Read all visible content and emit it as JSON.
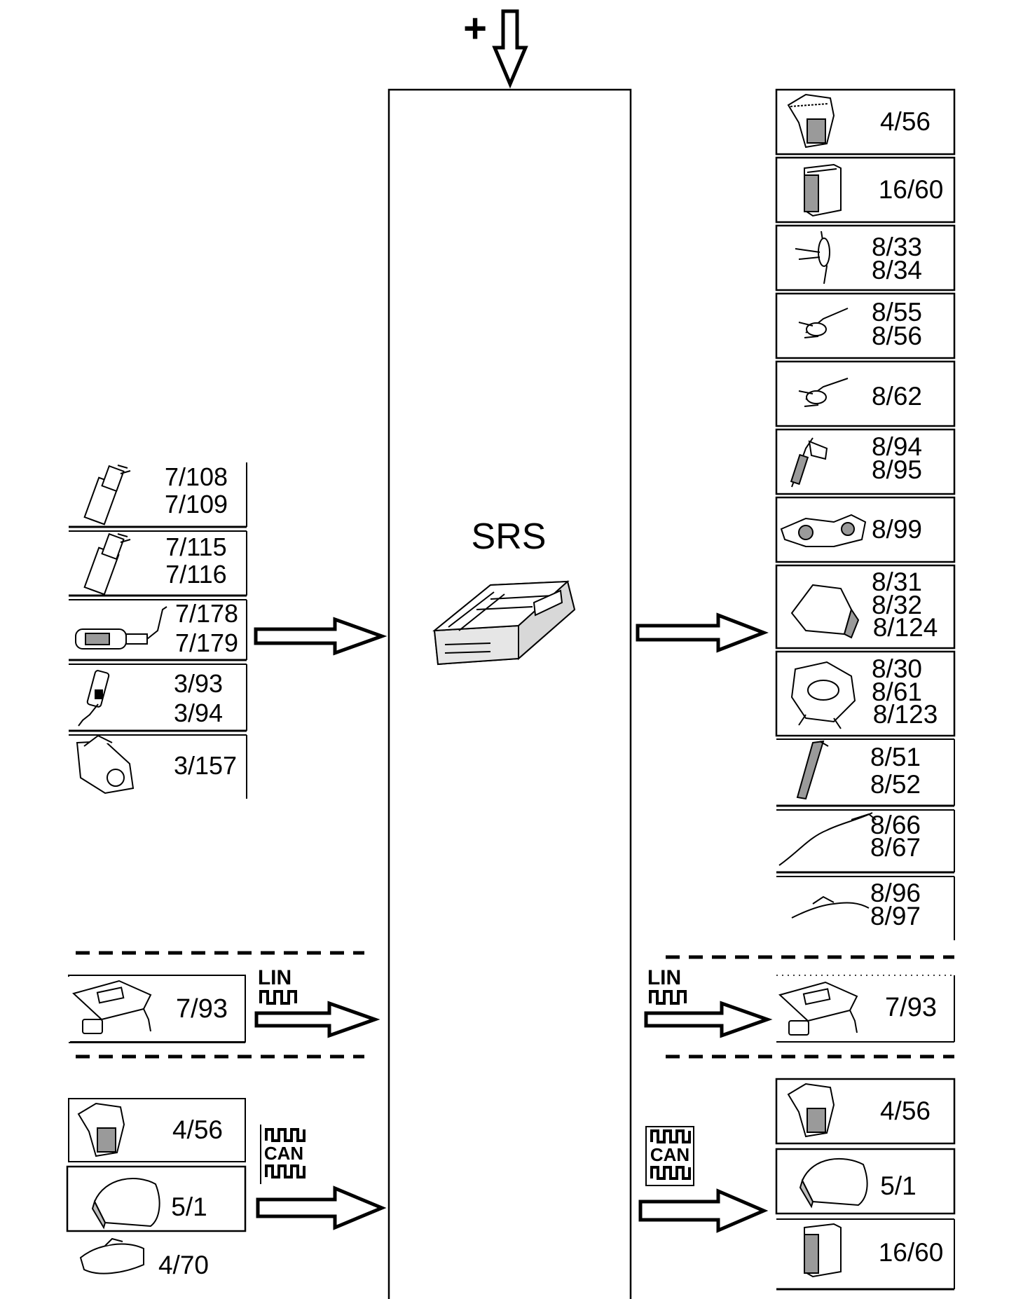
{
  "center": {
    "title": "SRS",
    "power_symbol": "+",
    "ecu_icon": "airbag-ecu-icon"
  },
  "inputs": [
    {
      "icon": "pretensioner-icon",
      "lines": [
        "7/108",
        "7/109"
      ]
    },
    {
      "icon": "pretensioner-icon",
      "lines": [
        "7/115",
        "7/116"
      ]
    },
    {
      "icon": "seat-occupancy-sensor-icon",
      "lines": [
        "7/178",
        "7/179"
      ]
    },
    {
      "icon": "seat-belt-buckle-icon",
      "lines": [
        "3/93",
        "3/94"
      ]
    },
    {
      "icon": "ignition-switch-icon",
      "lines": [
        "3/157"
      ]
    }
  ],
  "outputs": [
    {
      "icon": "control-unit-icon",
      "lines": [
        "4/56"
      ]
    },
    {
      "icon": "relay-module-icon",
      "lines": [
        "16/60"
      ]
    },
    {
      "icon": "impact-sensor-icon",
      "lines": [
        "8/33",
        "8/34"
      ]
    },
    {
      "icon": "side-sensor-icon",
      "lines": [
        "8/55",
        "8/56"
      ]
    },
    {
      "icon": "side-sensor-icon",
      "lines": [
        "8/62"
      ]
    },
    {
      "icon": "belt-tensioner-icon",
      "lines": [
        "8/94",
        "8/95"
      ]
    },
    {
      "icon": "steering-column-icon",
      "lines": [
        "8/99"
      ]
    },
    {
      "icon": "passenger-airbag-icon",
      "lines": [
        "8/31",
        "8/32",
        "8/124"
      ]
    },
    {
      "icon": "steering-wheel-airbag-icon",
      "lines": [
        "8/30",
        "8/61",
        "8/123"
      ]
    },
    {
      "icon": "side-airbag-icon",
      "lines": [
        "8/51",
        "8/52"
      ]
    },
    {
      "icon": "curtain-airbag-icon",
      "lines": [
        "8/66",
        "8/67"
      ]
    },
    {
      "icon": "curtain-airbag-icon",
      "lines": [
        "8/96",
        "8/97"
      ]
    }
  ],
  "lin": {
    "label_top": "LIN",
    "left_item": {
      "icon": "roof-console-icon",
      "lines": [
        "7/93"
      ]
    },
    "right_item": {
      "icon": "roof-console-icon",
      "lines": [
        "7/93"
      ]
    }
  },
  "can": {
    "label": "CAN",
    "left_items": [
      {
        "icon": "control-unit-icon",
        "lines": [
          "4/56"
        ]
      },
      {
        "icon": "instrument-cluster-icon",
        "lines": [
          "5/1"
        ]
      },
      {
        "icon": "rear-light-icon",
        "lines": [
          "4/70"
        ]
      }
    ],
    "right_items": [
      {
        "icon": "control-unit-icon",
        "lines": [
          "4/56"
        ]
      },
      {
        "icon": "instrument-cluster-icon",
        "lines": [
          "5/1"
        ]
      },
      {
        "icon": "relay-module-icon",
        "lines": [
          "16/60"
        ]
      }
    ]
  },
  "colors": {
    "ink": "#000000",
    "paper": "#ffffff",
    "shade": "#bdbdbd"
  }
}
